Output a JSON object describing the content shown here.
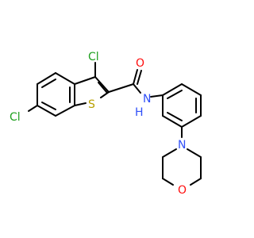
{
  "molecule": {
    "atoms": {
      "cl_top": "Cl",
      "cl_left": "Cl",
      "oxygen_carbonyl": "O",
      "sulfur": "S",
      "amide_nh": "N",
      "amide_h": "H",
      "morpholine_n": "N",
      "morpholine_o": "O"
    },
    "colors": {
      "bond": "#000000",
      "chlorine": "#1fa01f",
      "oxygen": "#ff0d0d",
      "nitrogen": "#3050f8",
      "sulfur": "#b8a000"
    }
  }
}
